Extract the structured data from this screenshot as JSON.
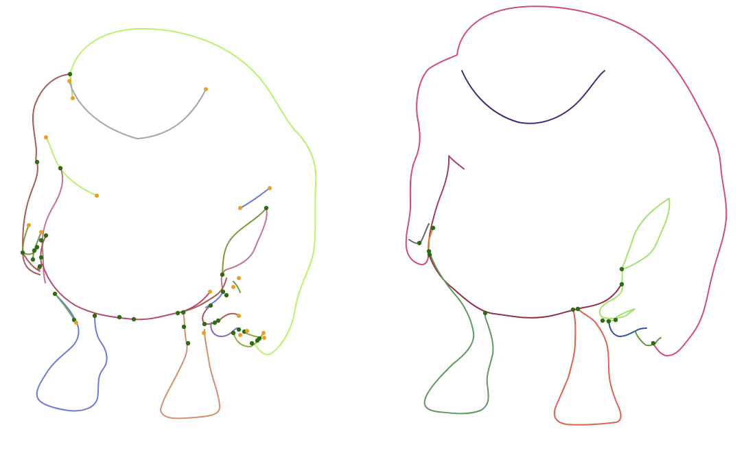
{
  "panels": [
    {
      "id": "left",
      "strokes": [
        {
          "name": "head-outline-stroke",
          "color": "#b5f06a"
        },
        {
          "name": "shoulder-back-stroke",
          "color": "#a0524a"
        },
        {
          "name": "eye-arc-stroke",
          "color": "#a8a0b0"
        },
        {
          "name": "arm-upper-stroke",
          "color": "#b5f06a"
        },
        {
          "name": "left-arm-stroke",
          "color": "#c07080"
        },
        {
          "name": "right-hand-stroke",
          "color": "#7a9a3a"
        },
        {
          "name": "belly-stroke",
          "color": "#b04060"
        },
        {
          "name": "left-foot-stroke",
          "color": "#6a7ad8"
        },
        {
          "name": "right-foot-stroke",
          "color": "#d09070"
        },
        {
          "name": "small-hand-stroke",
          "color": "#6a7ad8"
        },
        {
          "name": "fingers-stroke",
          "color": "#8ab040"
        }
      ]
    },
    {
      "id": "right",
      "strokes": [
        {
          "name": "body-outline-stroke",
          "color": "#d0487a"
        },
        {
          "name": "mouth-arc-stroke",
          "color": "#30307a"
        },
        {
          "name": "left-arm-stroke",
          "color": "#a04050"
        },
        {
          "name": "belly-stroke",
          "color": "#903040"
        },
        {
          "name": "left-leg-stroke",
          "color": "#5a9a5a"
        },
        {
          "name": "right-leg-stroke",
          "color": "#e06050"
        },
        {
          "name": "right-arm-stroke",
          "color": "#a8e070"
        },
        {
          "name": "finger-stroke",
          "color": "#3050a0"
        },
        {
          "name": "thumb-stroke",
          "color": "#5a9a3a"
        }
      ]
    }
  ],
  "colors": {
    "junction": "#2e6b12",
    "endpoint": "#e8a020"
  }
}
